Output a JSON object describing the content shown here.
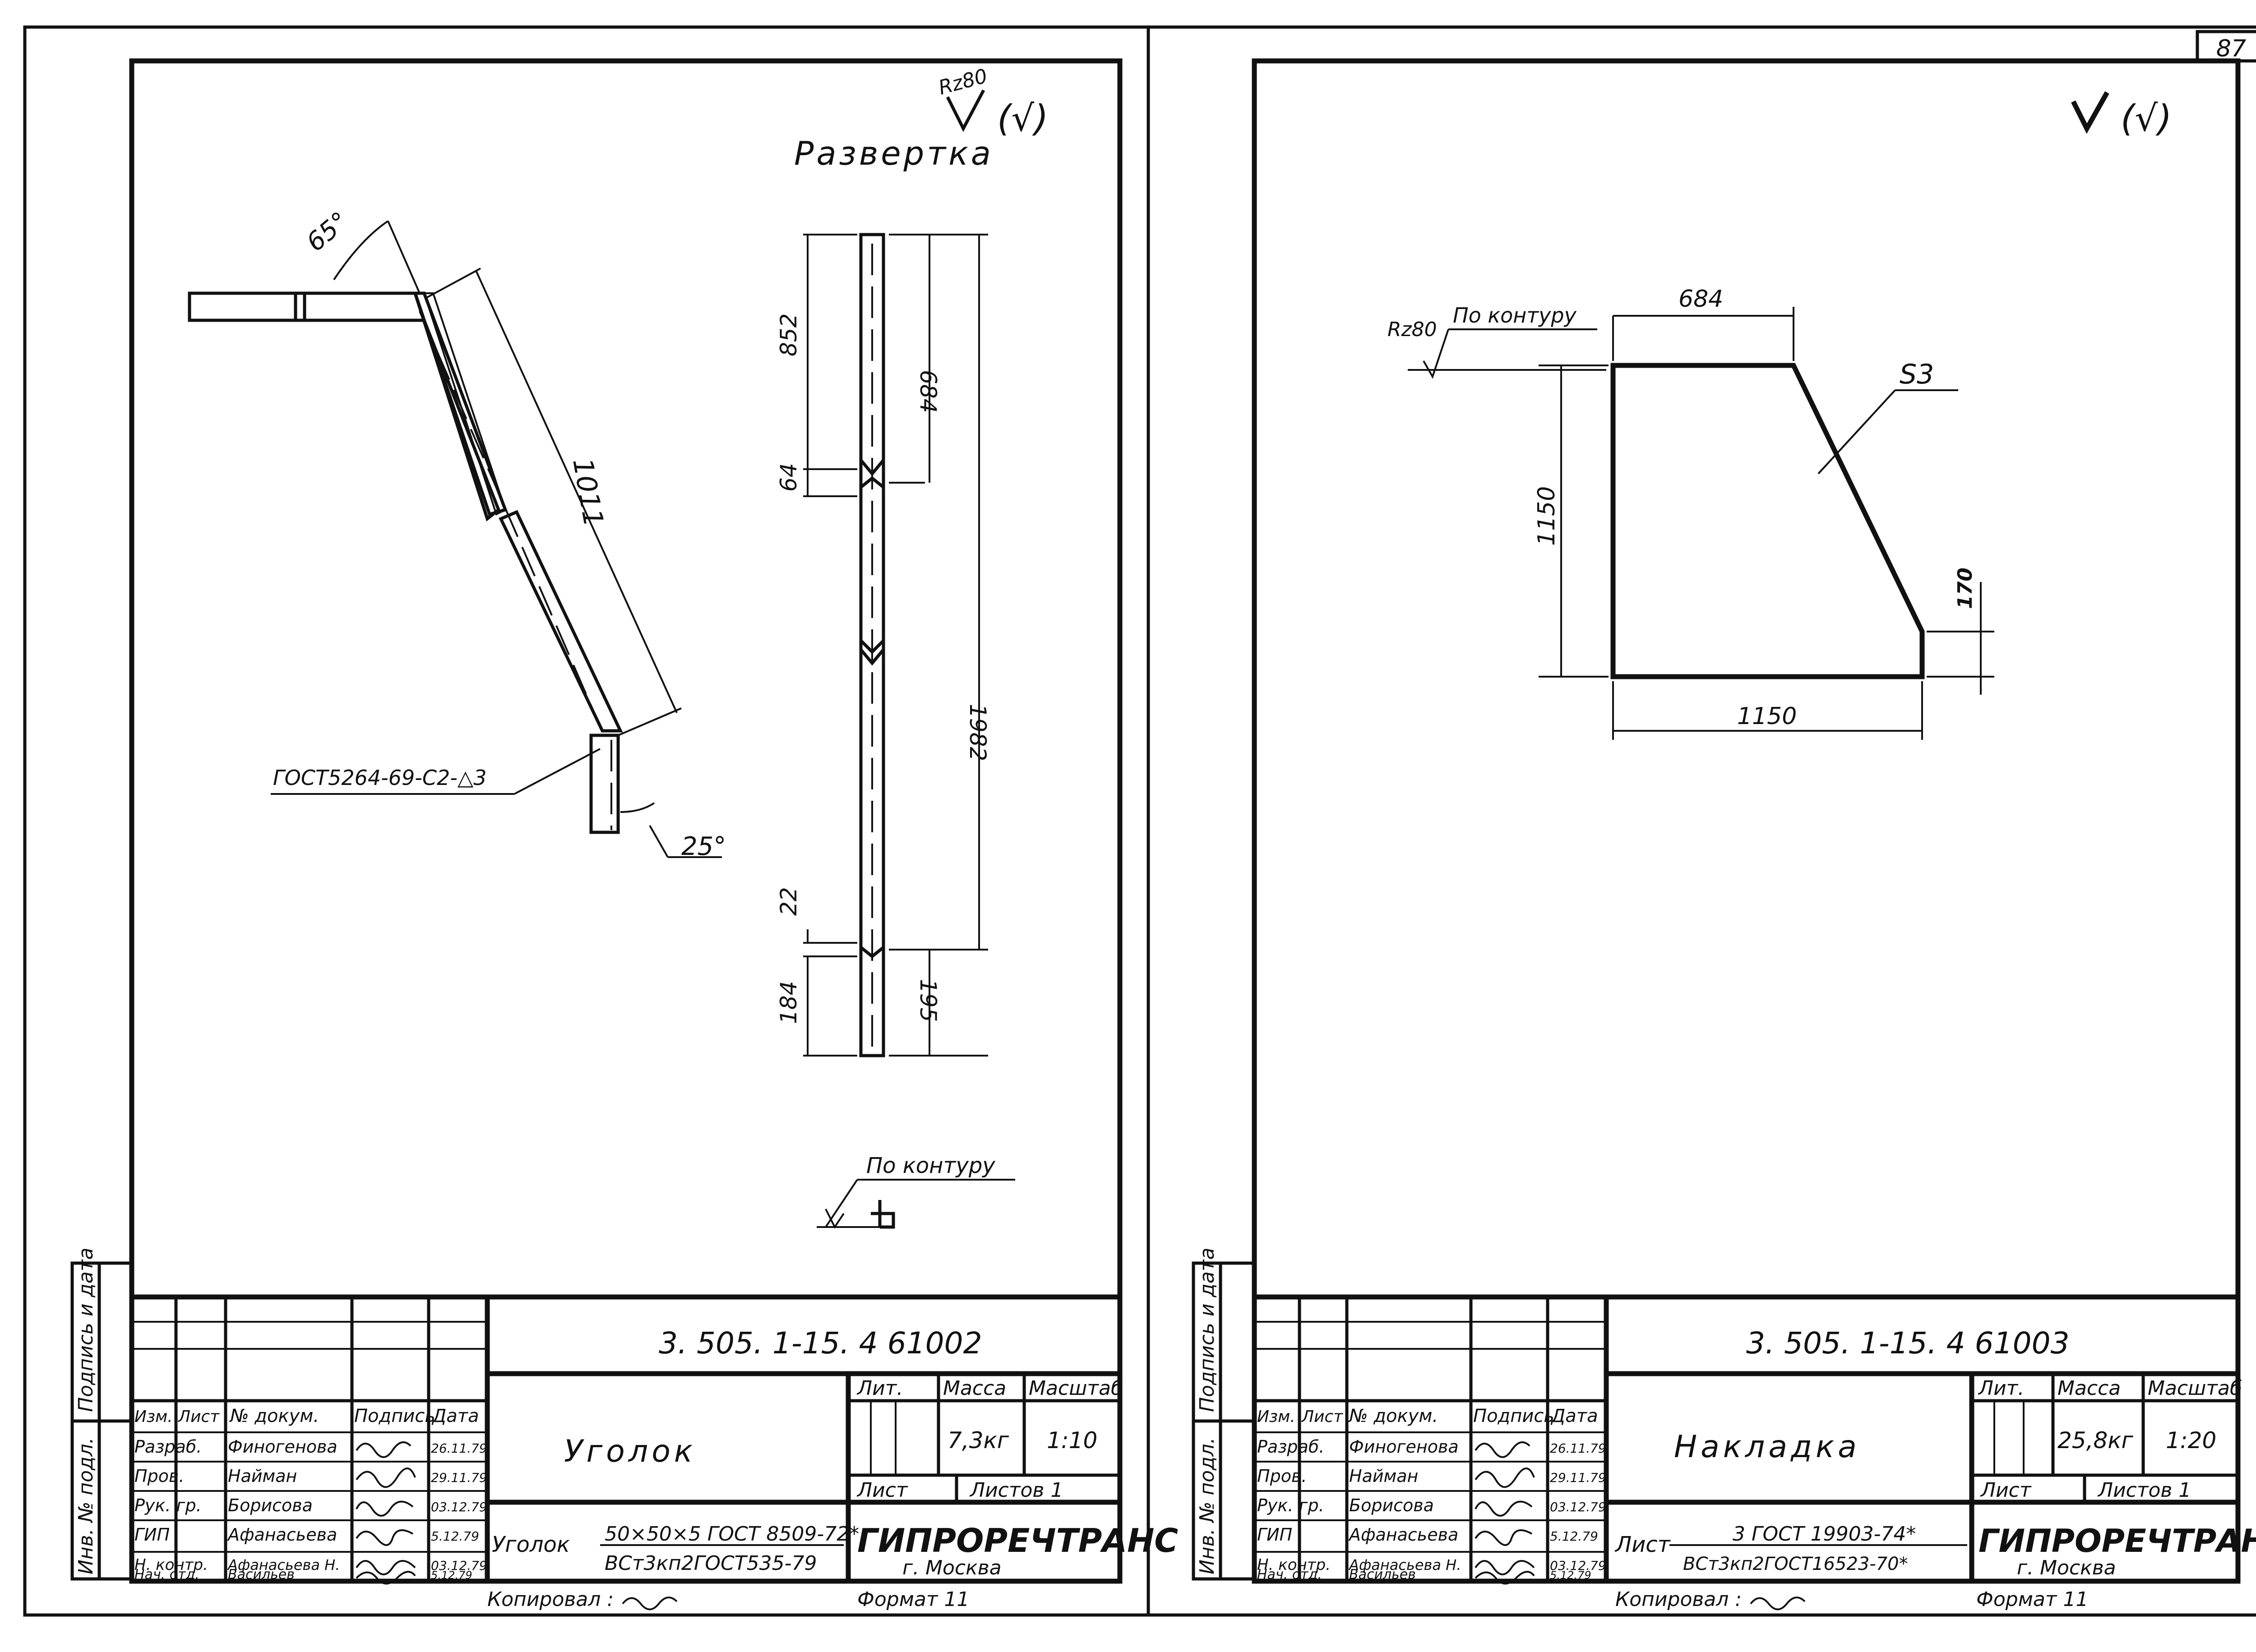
{
  "page_number": "87",
  "left_sheet": {
    "roughness_note": "Rz80",
    "roughness_paren": "(√)",
    "unfold_title": "Развертка",
    "dim_angle_top": "65°",
    "dim_angle_bottom": "25°",
    "dim_length_diag": "1011",
    "weld_note": "ГОСТ5264-69-С2-△3",
    "unfold_dims": [
      "852",
      "684",
      "64",
      "1982",
      "22",
      "184",
      "195"
    ],
    "contour_note": "По контуру",
    "stamp": {
      "doc_code": "3. 505. 1-15. 4  61002",
      "part_name": "Уголок",
      "hdr_lit": "Лит.",
      "hdr_mass": "Масса",
      "hdr_scale": "Масштаб",
      "mass": "7,3кг",
      "scale": "1:10",
      "sheet_label": "Лист",
      "sheets_label": "Листов 1",
      "material_prefix": "Уголок",
      "material_top": "50×50×5 ГОСТ 8509-72*",
      "material_bottom": "ВСт3кп2ГОСТ535-79",
      "org": "ГИПРОРЕЧТРАНС",
      "city": "г. Москва",
      "col_headers": [
        "Изм.",
        "Лист",
        "№ докум.",
        "Подпись",
        "Дата"
      ],
      "roles": [
        "Разраб.",
        "Пров.",
        "Рук. гр.",
        "ГИП",
        "Н. контр.",
        "Нач. отд."
      ],
      "names": [
        "Финогенова",
        "Найман",
        "Борисова",
        "Афанасьева",
        "Афанасьева Н.",
        "Васильев"
      ],
      "dates": [
        "26.11.79",
        "29.11.79",
        "03.12.79",
        "5.12.79",
        "03.12.79",
        "5.12.79"
      ],
      "side_label_top": "Подпись и дата",
      "side_label_bottom": "Инв. № подл.",
      "copied": "Копировал :",
      "format": "Формат 11"
    }
  },
  "right_sheet": {
    "roughness_note": "Rz80",
    "roughness_paren": "(√)",
    "contour_note": "По контуру",
    "dims": [
      "684",
      "1150",
      "170",
      "1150"
    ],
    "thickness": "S3",
    "stamp": {
      "doc_code": "3. 505. 1-15. 4  61003",
      "part_name": "Накладка",
      "hdr_lit": "Лит.",
      "hdr_mass": "Масса",
      "hdr_scale": "Масштаб",
      "mass": "25,8кг",
      "scale": "1:20",
      "sheet_label": "Лист",
      "sheets_label": "Листов 1",
      "material_prefix": "Лист",
      "material_top": "3 ГОСТ 19903-74*",
      "material_bottom": "ВСт3кп2ГОСТ16523-70*",
      "org": "ГИПРОРЕЧТРАНС",
      "city": "г. Москва",
      "col_headers": [
        "Изм.",
        "Лист",
        "№ докум.",
        "Подпись",
        "Дата"
      ],
      "roles": [
        "Разраб.",
        "Пров.",
        "Рук. гр.",
        "ГИП",
        "Н. контр.",
        "Нач. отд."
      ],
      "names": [
        "Финогенова",
        "Найман",
        "Борисова",
        "Афанасьева",
        "Афанасьева Н.",
        "Васильев"
      ],
      "dates": [
        "26.11.79",
        "29.11.79",
        "03.12.79",
        "5.12.79",
        "03.12.79",
        "5.12.79"
      ],
      "side_label_top": "Подпись и дата",
      "side_label_bottom": "Инв. № подл.",
      "copied": "Копировал :",
      "format": "Формат 11"
    }
  }
}
